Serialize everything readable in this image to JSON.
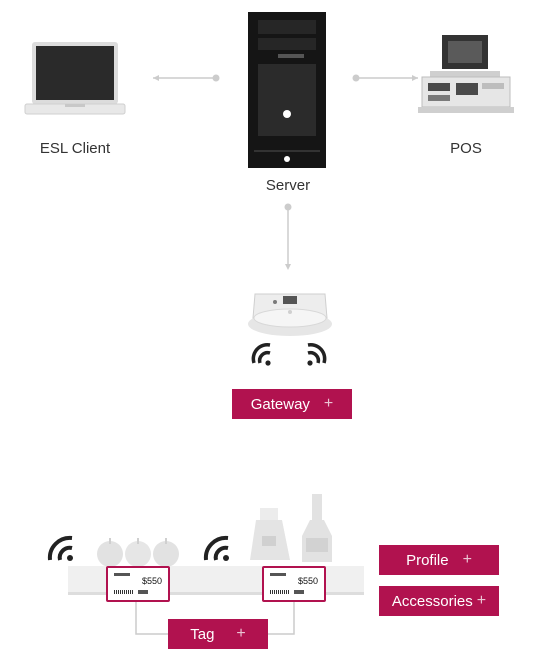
{
  "diagram": {
    "nodes": {
      "client": {
        "label": "ESL Client",
        "icon": "laptop-icon"
      },
      "server": {
        "label": "Server",
        "icon": "server-tower-icon"
      },
      "pos": {
        "label": "POS",
        "icon": "pos-terminal-icon"
      },
      "gateway": {
        "icon": "gateway-device-icon"
      }
    },
    "buttons": {
      "gateway": {
        "label": "Gateway",
        "suffix": "+"
      },
      "profile": {
        "label": "Profile",
        "suffix": "+"
      },
      "accessories": {
        "label": "Accessories",
        "suffix": "+"
      },
      "tag": {
        "label": "Tag",
        "suffix": "+"
      }
    },
    "tags": [
      {
        "price": "$550"
      },
      {
        "price": "$550"
      }
    ],
    "colors": {
      "accent": "#b1124f",
      "connector": "#cccccc",
      "device_dark": "#1b1b1b"
    }
  }
}
